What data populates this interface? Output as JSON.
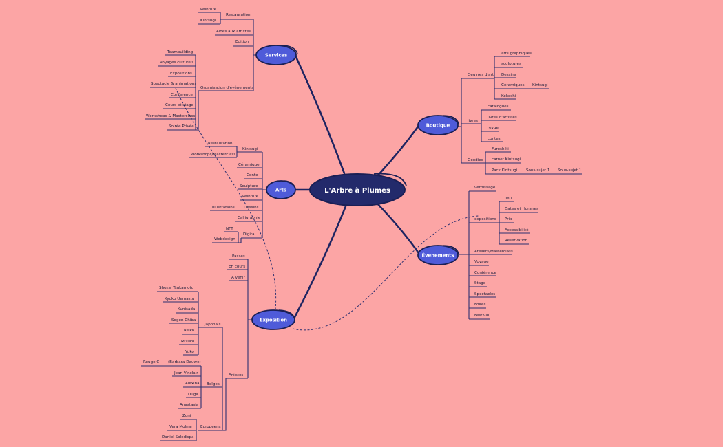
{
  "central": "L'Arbre à Plumes",
  "categories": {
    "services": "Services",
    "arts": "Arts",
    "exposition": "Exposition",
    "boutique": "Boutique",
    "evenements": "Évenements"
  },
  "services": {
    "restauration": "Restauration",
    "peinture": "Peinture",
    "kintsugi": "Kintsugi",
    "aides": "Aides aux artistes",
    "edition": "Edition",
    "organisation": "Organisation d'événements",
    "teambuilding": "Teambuilding",
    "voyages": "Voyages culturels",
    "expositions": "Expositions",
    "spectacle": "Spectacle & animations",
    "conference": "Conference",
    "cours": "Cours et stage",
    "workshops": "Workshops & Masterclass",
    "soiree": "Soirée Privée"
  },
  "arts": {
    "kintsugi": "Kintsugi",
    "restauration": "Restauration",
    "workshops": "Workshops/Masterclass",
    "ceramique": "Céramique",
    "conte": "Conte",
    "sculpture": "Sculpture",
    "peinture": "Peinture",
    "dessins": "Dessins",
    "illustrations": "Illustrations",
    "calligraphie": "Calligraphie",
    "digital": "Digital",
    "nft": "NFT",
    "webdesign": "Webdesign"
  },
  "exposition": {
    "passes": "Passes",
    "en_cours": "En cours",
    "a_venir": "A venir",
    "artistes": "Artistes",
    "japonais": "Japonais",
    "belges": "Belges",
    "europeens": "Europeens",
    "japonais_list": [
      "Shozai Tsukamoto",
      "Kyoko Uemastu",
      "Kunisada",
      "Sogen Chiba",
      "Reiko",
      "Mizuko",
      "Yuko"
    ],
    "belges_list": [
      "(Barbara Dauwe)",
      "Jean Vinclair",
      "Alexina",
      "Duga",
      "Anastasia"
    ],
    "rouge": "Rouge C",
    "europeens_list": [
      "Zoni",
      "Vera Molnar",
      "Daniel Soledispa"
    ]
  },
  "boutique": {
    "oeuvres": "Oeuvres d'art",
    "oeuvres_list": [
      "arts graphiques",
      "sculptures",
      "Dessins",
      "Céramiques",
      "Kokeshi"
    ],
    "ceramiques_kintsugi": "Kintsugi",
    "livres": "livres",
    "livres_list": [
      "catalogues",
      "livres d'artistes",
      "revue",
      "contes"
    ],
    "goodies": "Goodies",
    "goodies_list": [
      "Furoshiki",
      "carnet Kintsugi",
      "Pack Kintsugi"
    ],
    "sous1": "Sous-sujet 1",
    "sous2": "Sous-sujet 1"
  },
  "evenements": {
    "vernissage": "vernissage",
    "expositions": "expositions",
    "expo_list": [
      "lieu",
      "Dates et Horaires",
      "Prix",
      "Accessibilité",
      "Reservation"
    ],
    "others": [
      "Ateliers/Masterclass",
      "Voyage",
      "Conférence",
      "Stage",
      "Spectacles",
      "Foires",
      "Festival"
    ]
  },
  "colors": {
    "background": "#fca5a5",
    "central_node": "#232a6b",
    "category_node": "#4f5bd9",
    "lines": "#2d3070"
  }
}
